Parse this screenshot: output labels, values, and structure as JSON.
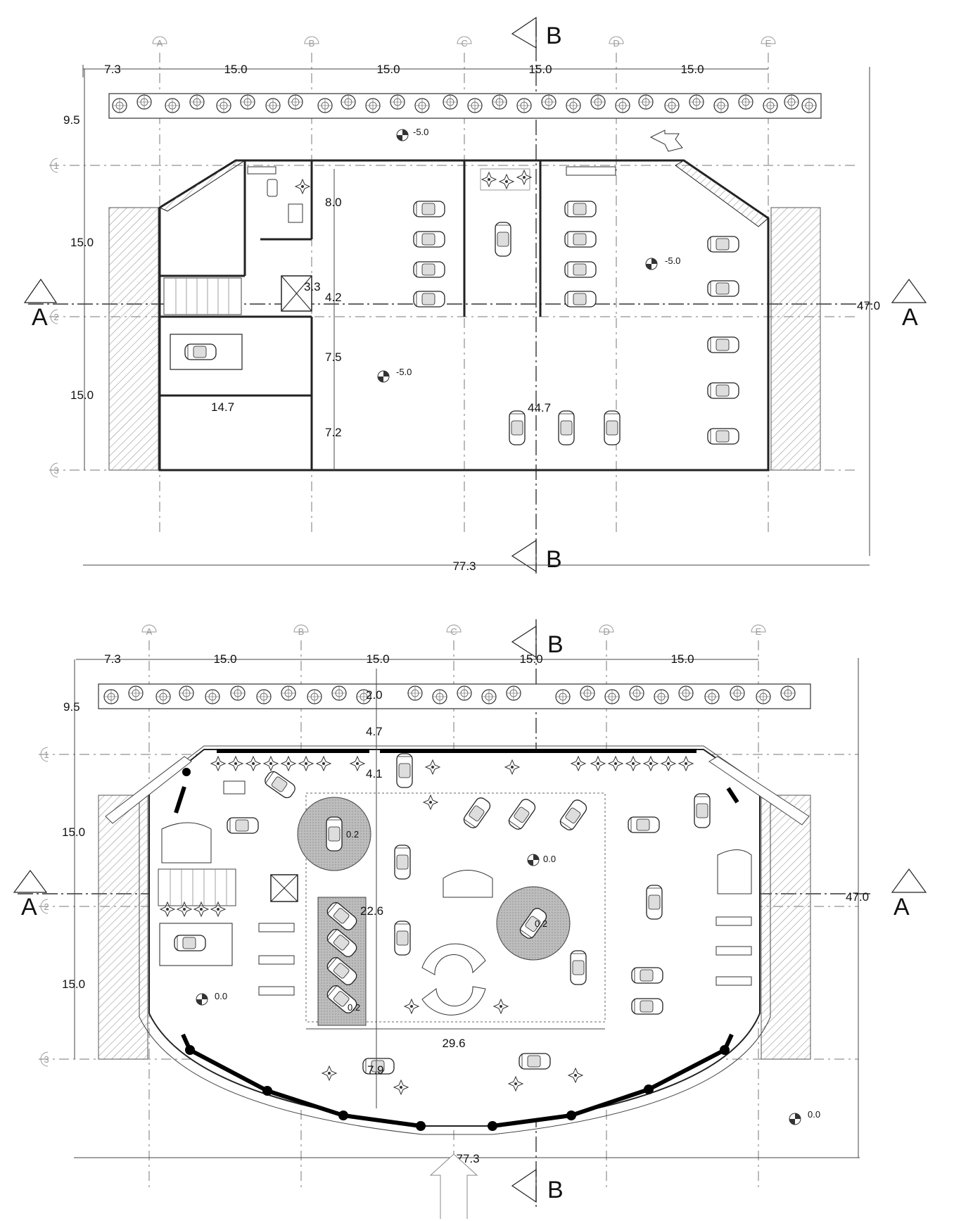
{
  "axes_columns": [
    "A",
    "B",
    "C",
    "D",
    "E"
  ],
  "axes_rows": [
    "1",
    "2",
    "3"
  ],
  "section_marks": {
    "a": "A",
    "b": "B"
  },
  "plan_top": {
    "col_dims": [
      "7.3",
      "15.0",
      "15.0",
      "15.0",
      "15.0"
    ],
    "row_dims": [
      "9.5",
      "15.0",
      "15.0"
    ],
    "overall_width": "77.3",
    "overall_depth": "47.0",
    "inner_dims": [
      "8.0",
      "3.3",
      "4.2",
      "7.5",
      "7.2",
      "14.7",
      "44.7"
    ],
    "levels": [
      "-5.0",
      "-5.0",
      "-5.0"
    ]
  },
  "plan_bottom": {
    "col_dims": [
      "7.3",
      "15.0",
      "15.0",
      "15.0",
      "15.0"
    ],
    "row_dims": [
      "9.5",
      "15.0",
      "15.0"
    ],
    "overall_width": "77.3",
    "overall_depth": "47.0",
    "inner_dims": [
      "2.0",
      "4.7",
      "4.1",
      "22.6",
      "29.6",
      "7.9"
    ],
    "turntable_levels": [
      "0.2",
      "0.2",
      "0.2"
    ],
    "levels": [
      "0.0",
      "0.0",
      "0.0"
    ]
  },
  "colors": {
    "line": "#222222",
    "grid": "#777777",
    "hatch": "#999999",
    "turntable": "#bdbdbd"
  }
}
